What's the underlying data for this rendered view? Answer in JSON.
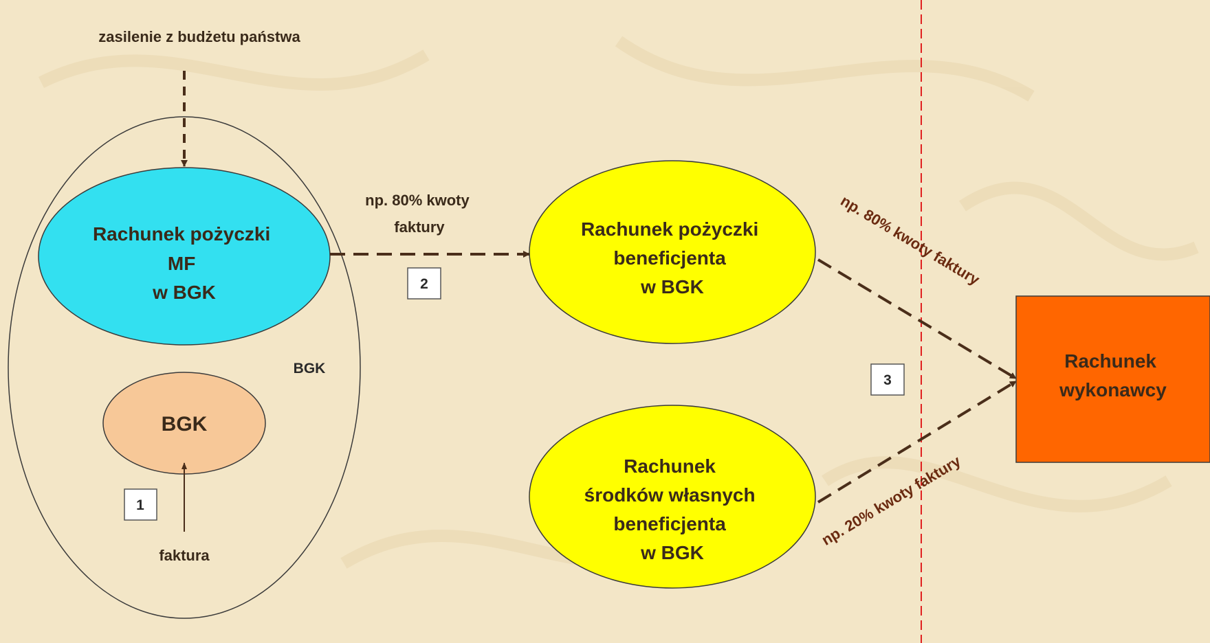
{
  "top_label": "zasilenie z budżetu państwa",
  "outer_ellipse_label": "BGK",
  "mf_account": {
    "lines": [
      "Rachunek pożyczki",
      "MF",
      "w BGK"
    ]
  },
  "bgk_node": {
    "label": "BGK"
  },
  "invoice_label": "faktura",
  "beneficiary_loan_account": {
    "lines": [
      "Rachunek pożyczki",
      "beneficjenta",
      "w BGK"
    ]
  },
  "beneficiary_own_funds_account": {
    "lines": [
      "Rachunek",
      "środków własnych",
      "beneficjenta",
      "w BGK"
    ]
  },
  "contractor_account": {
    "lines": [
      "Rachunek",
      "wykonawcy"
    ]
  },
  "flow_mf_to_beneficiary": {
    "lines": [
      "np. 80% kwoty",
      "faktury"
    ]
  },
  "flow_loan_to_contractor": "np. 80% kwoty faktury",
  "flow_own_to_contractor": "np. 20% kwoty faktury",
  "steps": {
    "step1": "1",
    "step2": "2",
    "step3": "3"
  },
  "colors": {
    "background": "#f3e6c7",
    "mf_fill": "#33e0f0",
    "bgk_fill": "#f7c898",
    "beneficiary_fill": "#ffff00",
    "contractor_fill": "#ff6600",
    "arrow": "#4a2e1a",
    "divider": "#e02020",
    "rotated_text": "#6a2a10"
  }
}
